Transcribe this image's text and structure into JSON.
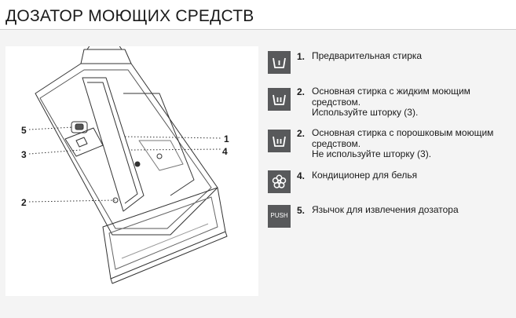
{
  "header": {
    "title": "ДОЗАТОР МОЮЩИХ СРЕДСТВ"
  },
  "figure": {
    "callouts": [
      "5",
      "3",
      "2",
      "1",
      "4"
    ]
  },
  "legend": {
    "items": [
      {
        "icon": "prewash-tub-icon",
        "number": "1.",
        "text": "Предварительная стирка"
      },
      {
        "icon": "main-wash-tub-icon",
        "number": "2.",
        "text": "Основная стирка с жидким моющим средством.\nИспользуйте шторку (3)."
      },
      {
        "icon": "main-wash-tub-icon",
        "number": "2.",
        "text": "Основная стирка с порошковым моющим средством.\nНе используйте шторку (3)."
      },
      {
        "icon": "flower-icon",
        "number": "4.",
        "text": "Кондиционер для белья"
      },
      {
        "icon": "push-tab-icon",
        "icon_label": "PUSH",
        "number": "5.",
        "text": "Язычок для извлечения дозатора"
      }
    ]
  },
  "colors": {
    "icon_bg": "#58595b",
    "panel_bg": "#f4f4f4",
    "text": "#1a1a1a"
  }
}
